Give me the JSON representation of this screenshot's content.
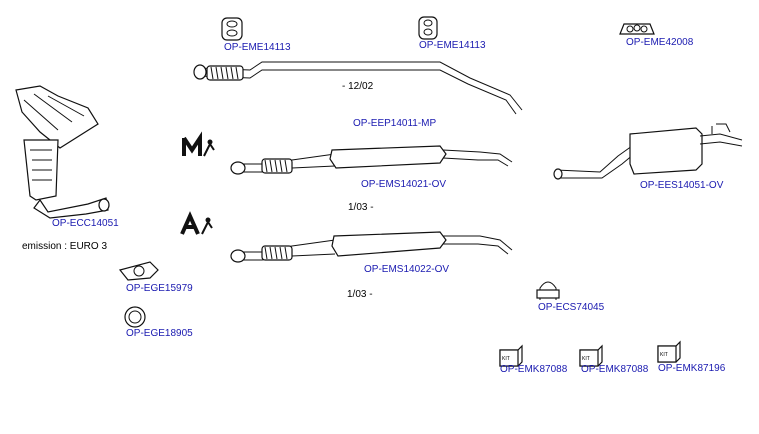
{
  "parts": [
    {
      "id": "p1",
      "code": "OP-EME14113",
      "icon": "rubber-hanger-icon"
    },
    {
      "id": "p2",
      "code": "OP-EME14113",
      "icon": "rubber-hanger-icon"
    },
    {
      "id": "p3",
      "code": "OP-EME42008",
      "icon": "rubber-mount-icon"
    },
    {
      "id": "p4",
      "code": "OP-EEP14011-MP",
      "icon": "front-pipe-icon"
    },
    {
      "id": "p5",
      "code": "OP-ECC14051",
      "icon": "catalytic-converter-manifold-icon"
    },
    {
      "id": "p6",
      "code": "OP-EMS14021-OV",
      "icon": "center-silencer-icon"
    },
    {
      "id": "p7",
      "code": "OP-EES14051-OV",
      "icon": "rear-silencer-icon"
    },
    {
      "id": "p8",
      "code": "OP-EMS14022-OV",
      "icon": "center-silencer-icon"
    },
    {
      "id": "p9",
      "code": "OP-EGE15979",
      "icon": "gasket-icon"
    },
    {
      "id": "p10",
      "code": "OP-EGE18905",
      "icon": "ring-gasket-icon"
    },
    {
      "id": "p11",
      "code": "OP-ECS74045",
      "icon": "clamp-icon"
    },
    {
      "id": "p12",
      "code": "OP-EMK87088",
      "icon": "kit-box-icon"
    },
    {
      "id": "p13",
      "code": "OP-EMK87088",
      "icon": "kit-box-icon"
    },
    {
      "id": "p14",
      "code": "OP-EMK87196",
      "icon": "kit-box-icon"
    }
  ],
  "notes": {
    "date_front_pipe": "- 12/02",
    "date_manual": "1/03 -",
    "date_auto": "1/03 -",
    "emission": "emission : EURO 3"
  },
  "transmission": {
    "manual_letter": "M",
    "auto_letter": "A"
  },
  "colors": {
    "link": "#1a1ab0",
    "line": "#111111"
  }
}
